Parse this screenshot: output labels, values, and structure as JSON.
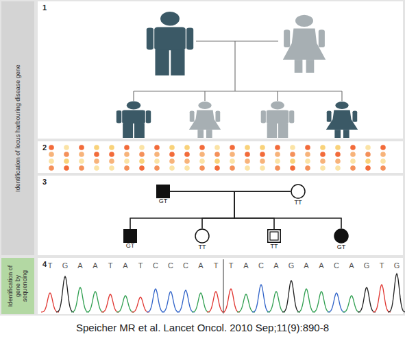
{
  "diagram": {
    "caption": "Speicher MR et al. Lancet Oncol. 2010 Sep;11(9):890-8",
    "nodes": [
      {
        "text": [
          "Identification of locus harbouring disease gene"
        ]
      },
      {
        "text": [
          "1"
        ]
      },
      {
        "text": [
          "2"
        ]
      },
      {
        "text": [
          "3"
        ]
      },
      {
        "text": [
          "GT"
        ],
        "in": 3
      },
      {
        "text": [
          "TT"
        ],
        "in": 3
      },
      {
        "text": [
          "GT"
        ],
        "in": 3
      },
      {
        "text": [
          "TT"
        ],
        "in": 3
      },
      {
        "text": [
          "TT"
        ],
        "in": 3
      },
      {
        "text": [
          "GT"
        ],
        "in": 3
      },
      {
        "text": [
          "Identification of gene by sequencing"
        ]
      },
      {
        "text": [
          "4"
        ]
      }
    ],
    "edges": [
      {
        "from": 4,
        "to": 5,
        "arrow": "none"
      },
      {
        "from": 4,
        "to": 6,
        "arrow": "none"
      },
      {
        "from": 4,
        "to": 7,
        "arrow": "none"
      },
      {
        "from": 4,
        "to": 8,
        "arrow": "none"
      },
      {
        "from": 4,
        "to": 9,
        "arrow": "none"
      },
      {
        "from": 5,
        "to": 6,
        "arrow": "none"
      },
      {
        "from": 5,
        "to": 7,
        "arrow": "none"
      },
      {
        "from": 5,
        "to": 8,
        "arrow": "none"
      },
      {
        "from": 5,
        "to": 9,
        "arrow": "none"
      }
    ],
    "labels": [
      "T",
      "G",
      "A",
      "A",
      "T",
      "A",
      "T",
      "C",
      "C",
      "C",
      "A",
      "T",
      "T",
      "A",
      "C",
      "A",
      "G",
      "A",
      "A",
      "C",
      "A",
      "G",
      "T",
      "G"
    ]
  }
}
